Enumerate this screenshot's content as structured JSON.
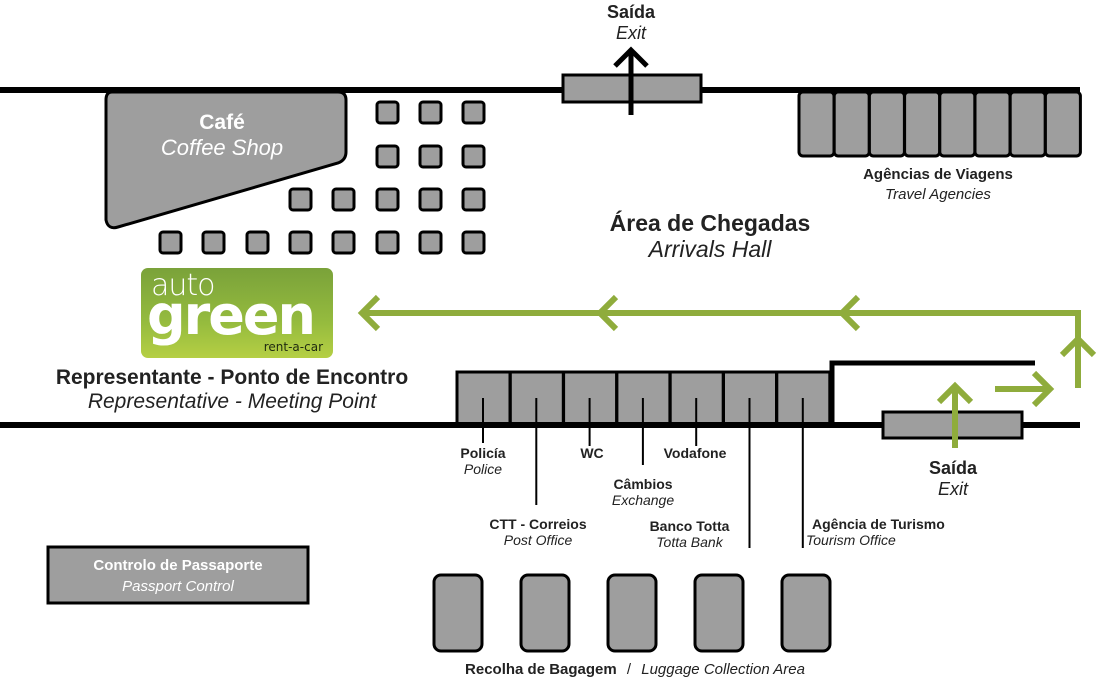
{
  "title": "Área de Chegadas / Arrivals Hall",
  "colors": {
    "route_green": "#8fac3c",
    "booth_gray": "#9e9e9e",
    "wall_black": "#000000",
    "logo_green": "#8cb43e"
  },
  "exit_top": {
    "pt": "Saída",
    "en": "Exit"
  },
  "exit_right": {
    "pt": "Saída",
    "en": "Exit"
  },
  "cafe": {
    "pt": "Café",
    "en": "Coffee Shop"
  },
  "travel_agencies": {
    "pt": "Agências de Viagens",
    "en": "Travel Agencies",
    "count": 8
  },
  "arrivals_hall": {
    "pt": "Área de Chegadas",
    "en": "Arrivals Hall"
  },
  "logo": {
    "line1": "auto",
    "line2": "green",
    "tagline": "rent-a-car"
  },
  "meeting_point": {
    "pt": "Representante - Ponto de Encontro",
    "en": "Representative - Meeting Point"
  },
  "services": [
    {
      "pt": "Policía",
      "en": "Police"
    },
    {
      "pt": "CTT - Correios",
      "en": "Post Office"
    },
    {
      "pt": "WC",
      "en": ""
    },
    {
      "pt": "Câmbios",
      "en": "Exchange"
    },
    {
      "pt": "Vodafone",
      "en": ""
    },
    {
      "pt": "Banco Totta",
      "en": "Totta Bank"
    },
    {
      "pt": "Agência de Turismo",
      "en": "Tourism Office"
    }
  ],
  "passport_control": {
    "pt": "Controlo de Passaporte",
    "en": "Passport Control"
  },
  "luggage": {
    "pt": "Recolha de Bagagem",
    "separator": "/",
    "en": "Luggage Collection Area",
    "belts": 5
  }
}
